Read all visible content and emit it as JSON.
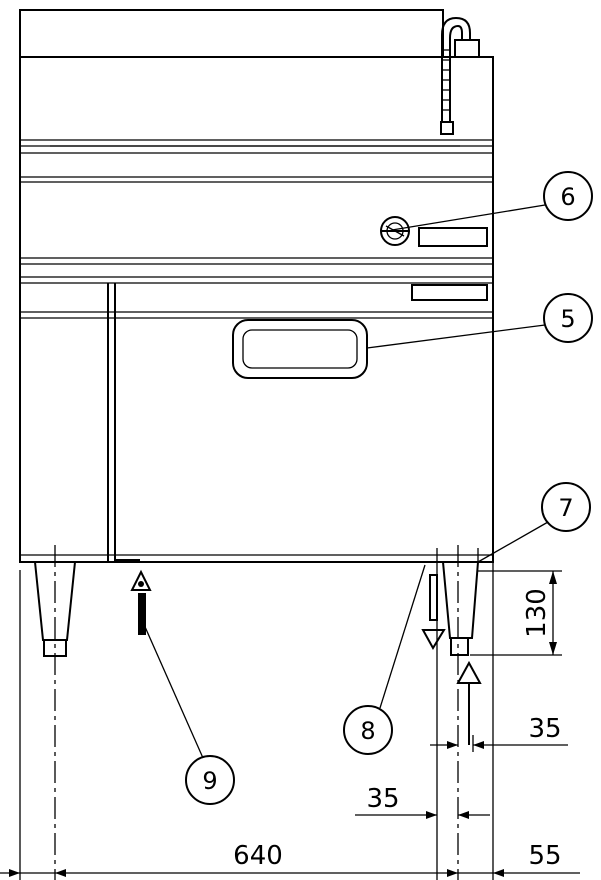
{
  "drawing": {
    "callouts": [
      {
        "id": "6",
        "label": "6"
      },
      {
        "id": "5",
        "label": "5"
      },
      {
        "id": "7",
        "label": "7"
      },
      {
        "id": "8",
        "label": "8"
      },
      {
        "id": "9",
        "label": "9"
      }
    ],
    "dimensions": {
      "height_130": "130",
      "offset_35_right": "35",
      "offset_35_left": "35",
      "width_640": "640",
      "offset_55": "55"
    }
  }
}
